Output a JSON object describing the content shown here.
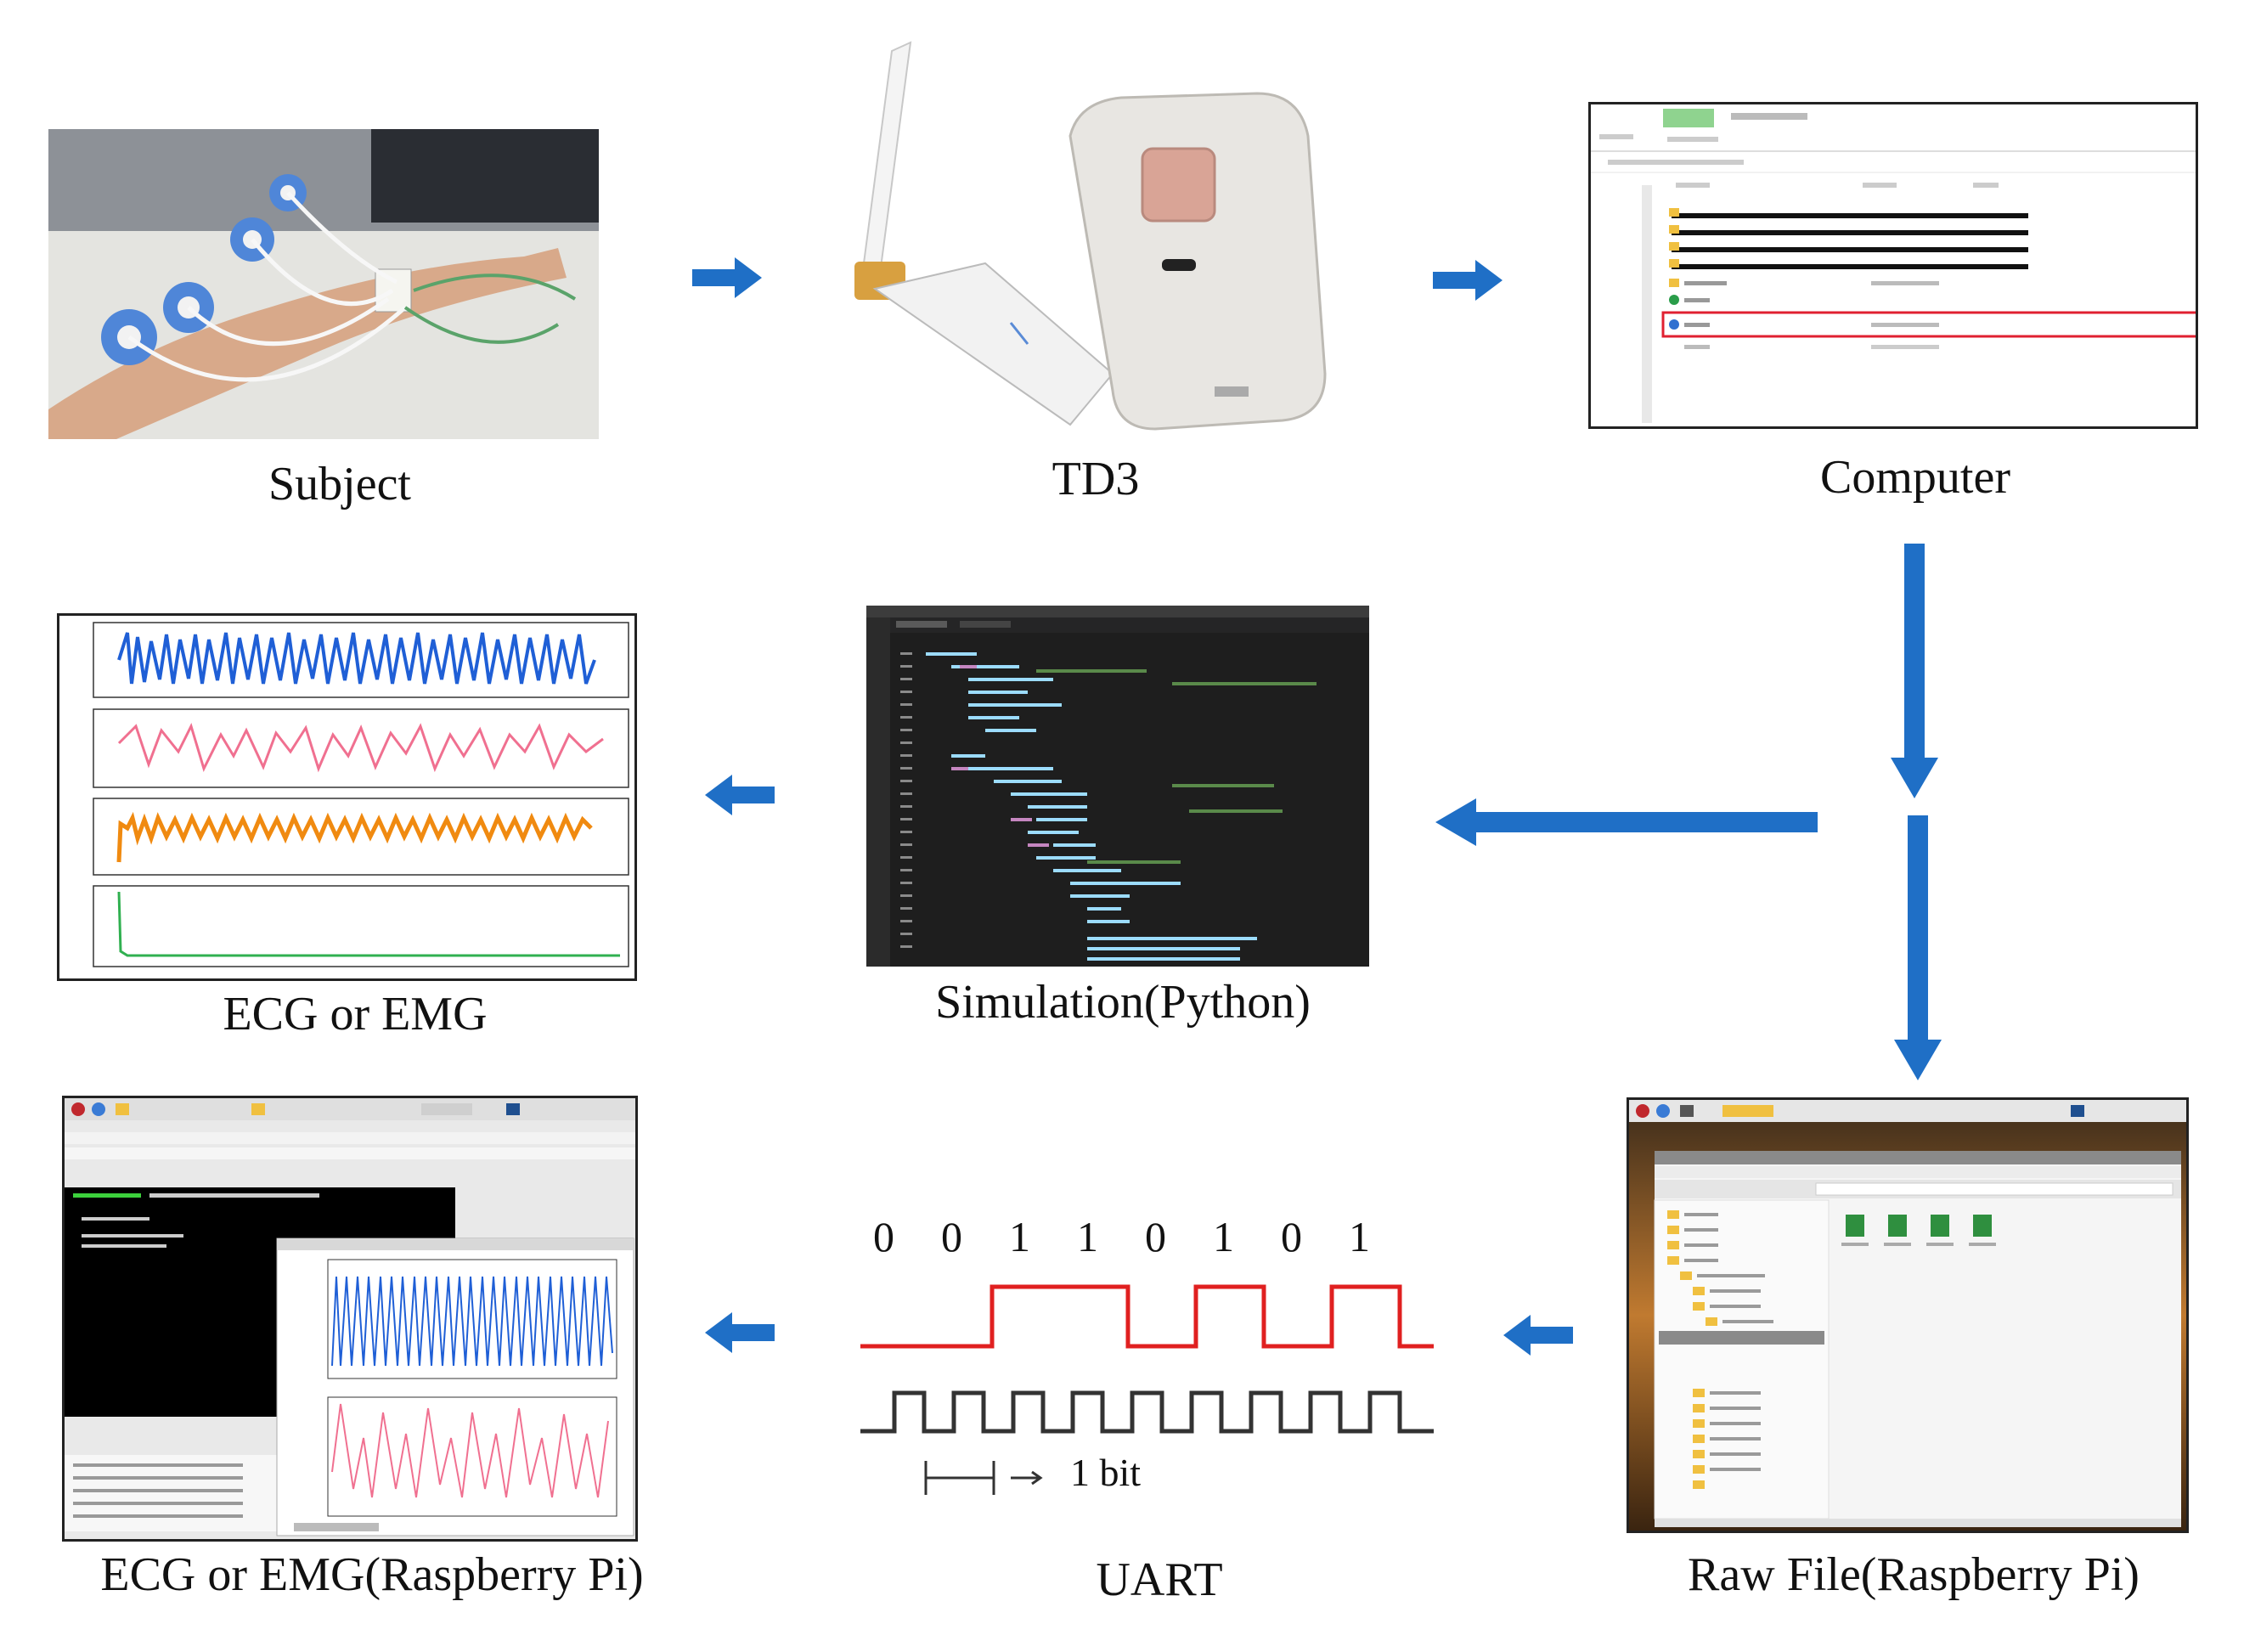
{
  "labels": {
    "subject": "Subject",
    "td3": "TD3",
    "computer": "Computer",
    "ecg_emg": "ECG or EMG",
    "simulation": "Simulation(Python)",
    "ecg_emg_pi": "ECG or EMG(Raspberry Pi)",
    "uart": "UART",
    "raw_file_pi": "Raw File(Raspberry Pi)"
  },
  "uart": {
    "bits": [
      "0",
      "0",
      "1",
      "1",
      "0",
      "1",
      "0",
      "1"
    ],
    "bit_label": "1 bit"
  },
  "colors": {
    "arrow": "#1f6fc6",
    "signal": "#e02020",
    "clock": "#333333",
    "ecg_blue": "#1f5fd6",
    "ecg_pink": "#f07090",
    "ecg_orange": "#f08a10",
    "ecg_green": "#30b050",
    "code_bg": "#1e1e1e",
    "pi_bg": "#7a4a20"
  }
}
